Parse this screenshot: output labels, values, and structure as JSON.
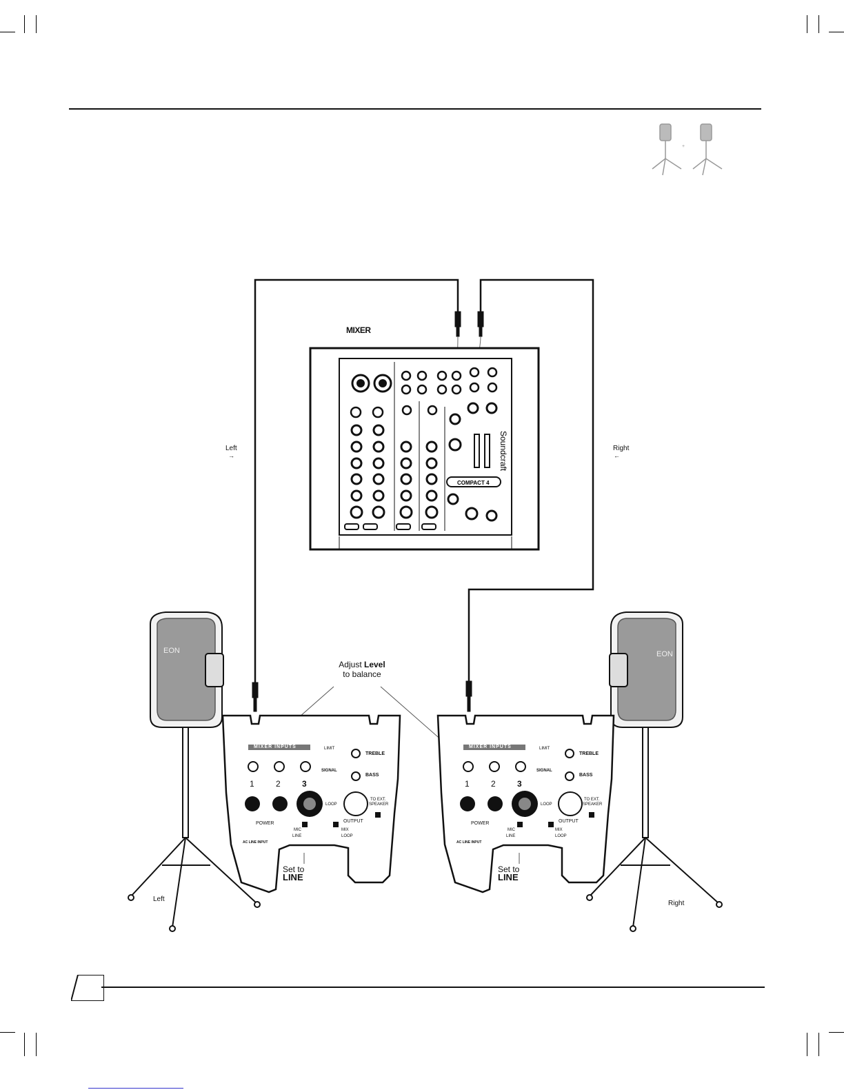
{
  "mixer": {
    "title": "MIXER",
    "brand": "Soundcraft",
    "model": "COMPACT 4"
  },
  "labels": {
    "left_side": "Left",
    "right_side": "Right",
    "left_stand": "Left",
    "right_stand": "Right",
    "left_arrow": "→",
    "right_arrow": "←"
  },
  "speakers": {
    "brand": "EON"
  },
  "callout": {
    "adjust_prefix": "Adjust",
    "adjust_keyword": "Level",
    "adjust_suffix": "to balance"
  },
  "panels": [
    {
      "section": "MIXER INPUTS",
      "limit": "LIMIT",
      "signal": "SIGNAL",
      "treble": "TREBLE",
      "bass": "BASS",
      "ch1": "1",
      "ch2": "2",
      "ch3": "3",
      "loop": "LOOP",
      "to_ext": "TO EXT.",
      "speaker": "SPEAKER",
      "power": "POWER",
      "output": "OUTPUT",
      "mic": "MIC",
      "line": "LINE",
      "mix": "MIX",
      "loop2": "LOOP",
      "ac": "AC LINE INPUT",
      "set_to": "Set to",
      "set_value": "LINE"
    },
    {
      "section": "MIXER INPUTS",
      "limit": "LIMIT",
      "signal": "SIGNAL",
      "treble": "TREBLE",
      "bass": "BASS",
      "ch1": "1",
      "ch2": "2",
      "ch3": "3",
      "loop": "LOOP",
      "to_ext": "TO EXT.",
      "speaker": "SPEAKER",
      "power": "POWER",
      "output": "OUTPUT",
      "mic": "MIC",
      "line": "LINE",
      "mix": "MIX",
      "loop2": "LOOP",
      "ac": "AC LINE INPUT",
      "set_to": "Set to",
      "set_value": "LINE"
    }
  ]
}
